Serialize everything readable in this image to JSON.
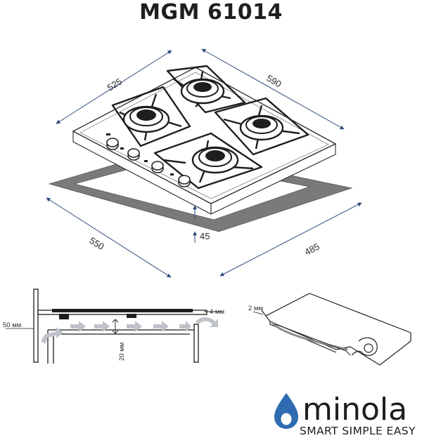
{
  "title": "MGM 61014",
  "dimensions": {
    "hob_depth": "525",
    "hob_width": "590",
    "cutout_width": "550",
    "cutout_depth": "485",
    "hob_height": "45"
  },
  "installation": {
    "side_gap": "50 мм",
    "rear_gap": "4 мм",
    "air_gap": "20 мм",
    "seal": "2 мм"
  },
  "brand": {
    "name": "minola",
    "tagline": "SMART SIMPLE EASY",
    "drop_color": "#2e6bb0"
  },
  "colors": {
    "dimension_lines": "#2d4a7a",
    "cutout": "#7a7a7a",
    "flow_arrows": "#bfc3c9",
    "outline": "#2a2a2a"
  }
}
